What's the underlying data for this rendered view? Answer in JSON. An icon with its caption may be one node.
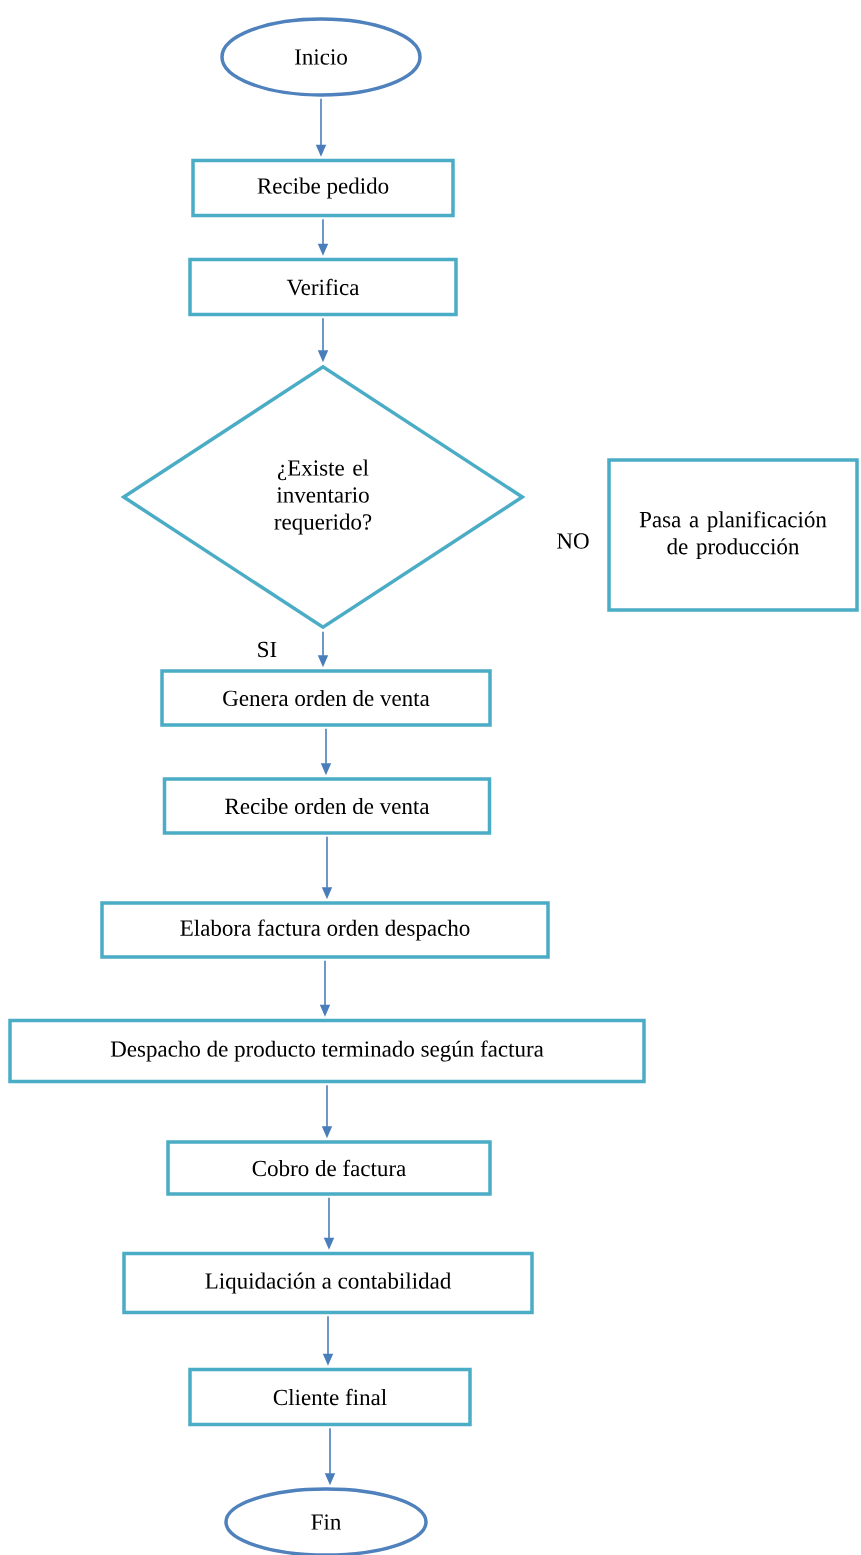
{
  "diagram": {
    "nodes": [
      {
        "text": [
          "Inicio"
        ]
      },
      {
        "text": [
          "Recibe pedido"
        ]
      },
      {
        "text": [
          "Verifica"
        ]
      },
      {
        "text": [
          "¿Existe el inventario requerido?"
        ]
      },
      {
        "text": [
          "Pasa a planificación de producción"
        ]
      },
      {
        "text": [
          "Genera orden de venta"
        ]
      },
      {
        "text": [
          "Recibe orden de venta"
        ]
      },
      {
        "text": [
          "Elabora factura orden despacho"
        ]
      },
      {
        "text": [
          "Despacho de producto terminado según factura"
        ]
      },
      {
        "text": [
          "Cobro de factura"
        ]
      },
      {
        "text": [
          "Liquidación a contabilidad"
        ]
      },
      {
        "text": [
          "Cliente final"
        ]
      },
      {
        "text": [
          "Fin"
        ]
      }
    ],
    "edges": [
      {
        "from": 0,
        "to": 1,
        "arrow": "to"
      },
      {
        "from": 1,
        "to": 2,
        "arrow": "to"
      },
      {
        "from": 2,
        "to": 3,
        "arrow": "to"
      },
      {
        "from": 3,
        "to": 5,
        "arrow": "to",
        "label": "SI"
      },
      {
        "from": 5,
        "to": 6,
        "arrow": "to"
      },
      {
        "from": 6,
        "to": 7,
        "arrow": "to"
      },
      {
        "from": 7,
        "to": 8,
        "arrow": "to"
      },
      {
        "from": 8,
        "to": 9,
        "arrow": "to"
      },
      {
        "from": 9,
        "to": 10,
        "arrow": "to"
      },
      {
        "from": 10,
        "to": 11,
        "arrow": "to"
      },
      {
        "from": 11,
        "to": 12,
        "arrow": "to"
      }
    ],
    "labels": [
      "NO"
    ]
  }
}
